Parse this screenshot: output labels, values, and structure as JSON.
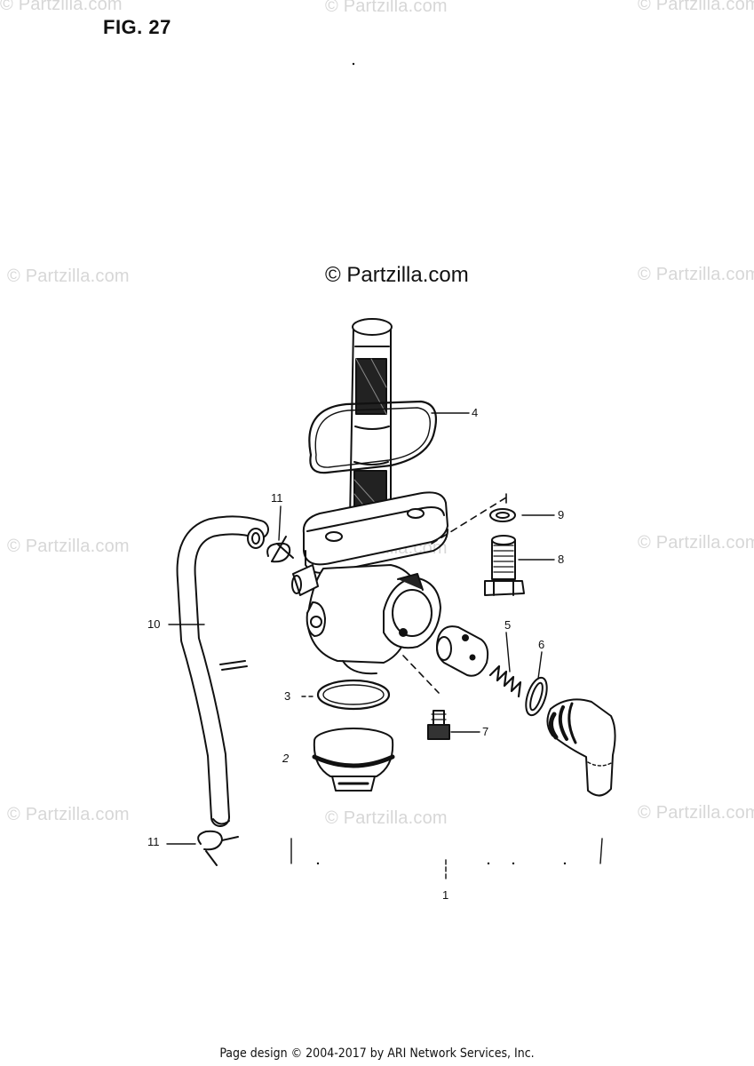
{
  "figure_title": "FIG. 27",
  "watermark": "© Partzilla.com",
  "center_watermark": "© Partzilla.com",
  "callouts": [
    "1",
    "2",
    "3",
    "4",
    "5",
    "6",
    "7",
    "8",
    "9",
    "10",
    "11",
    "11"
  ],
  "footer": "Page design © 2004-2017 by ARI Network Services, Inc."
}
